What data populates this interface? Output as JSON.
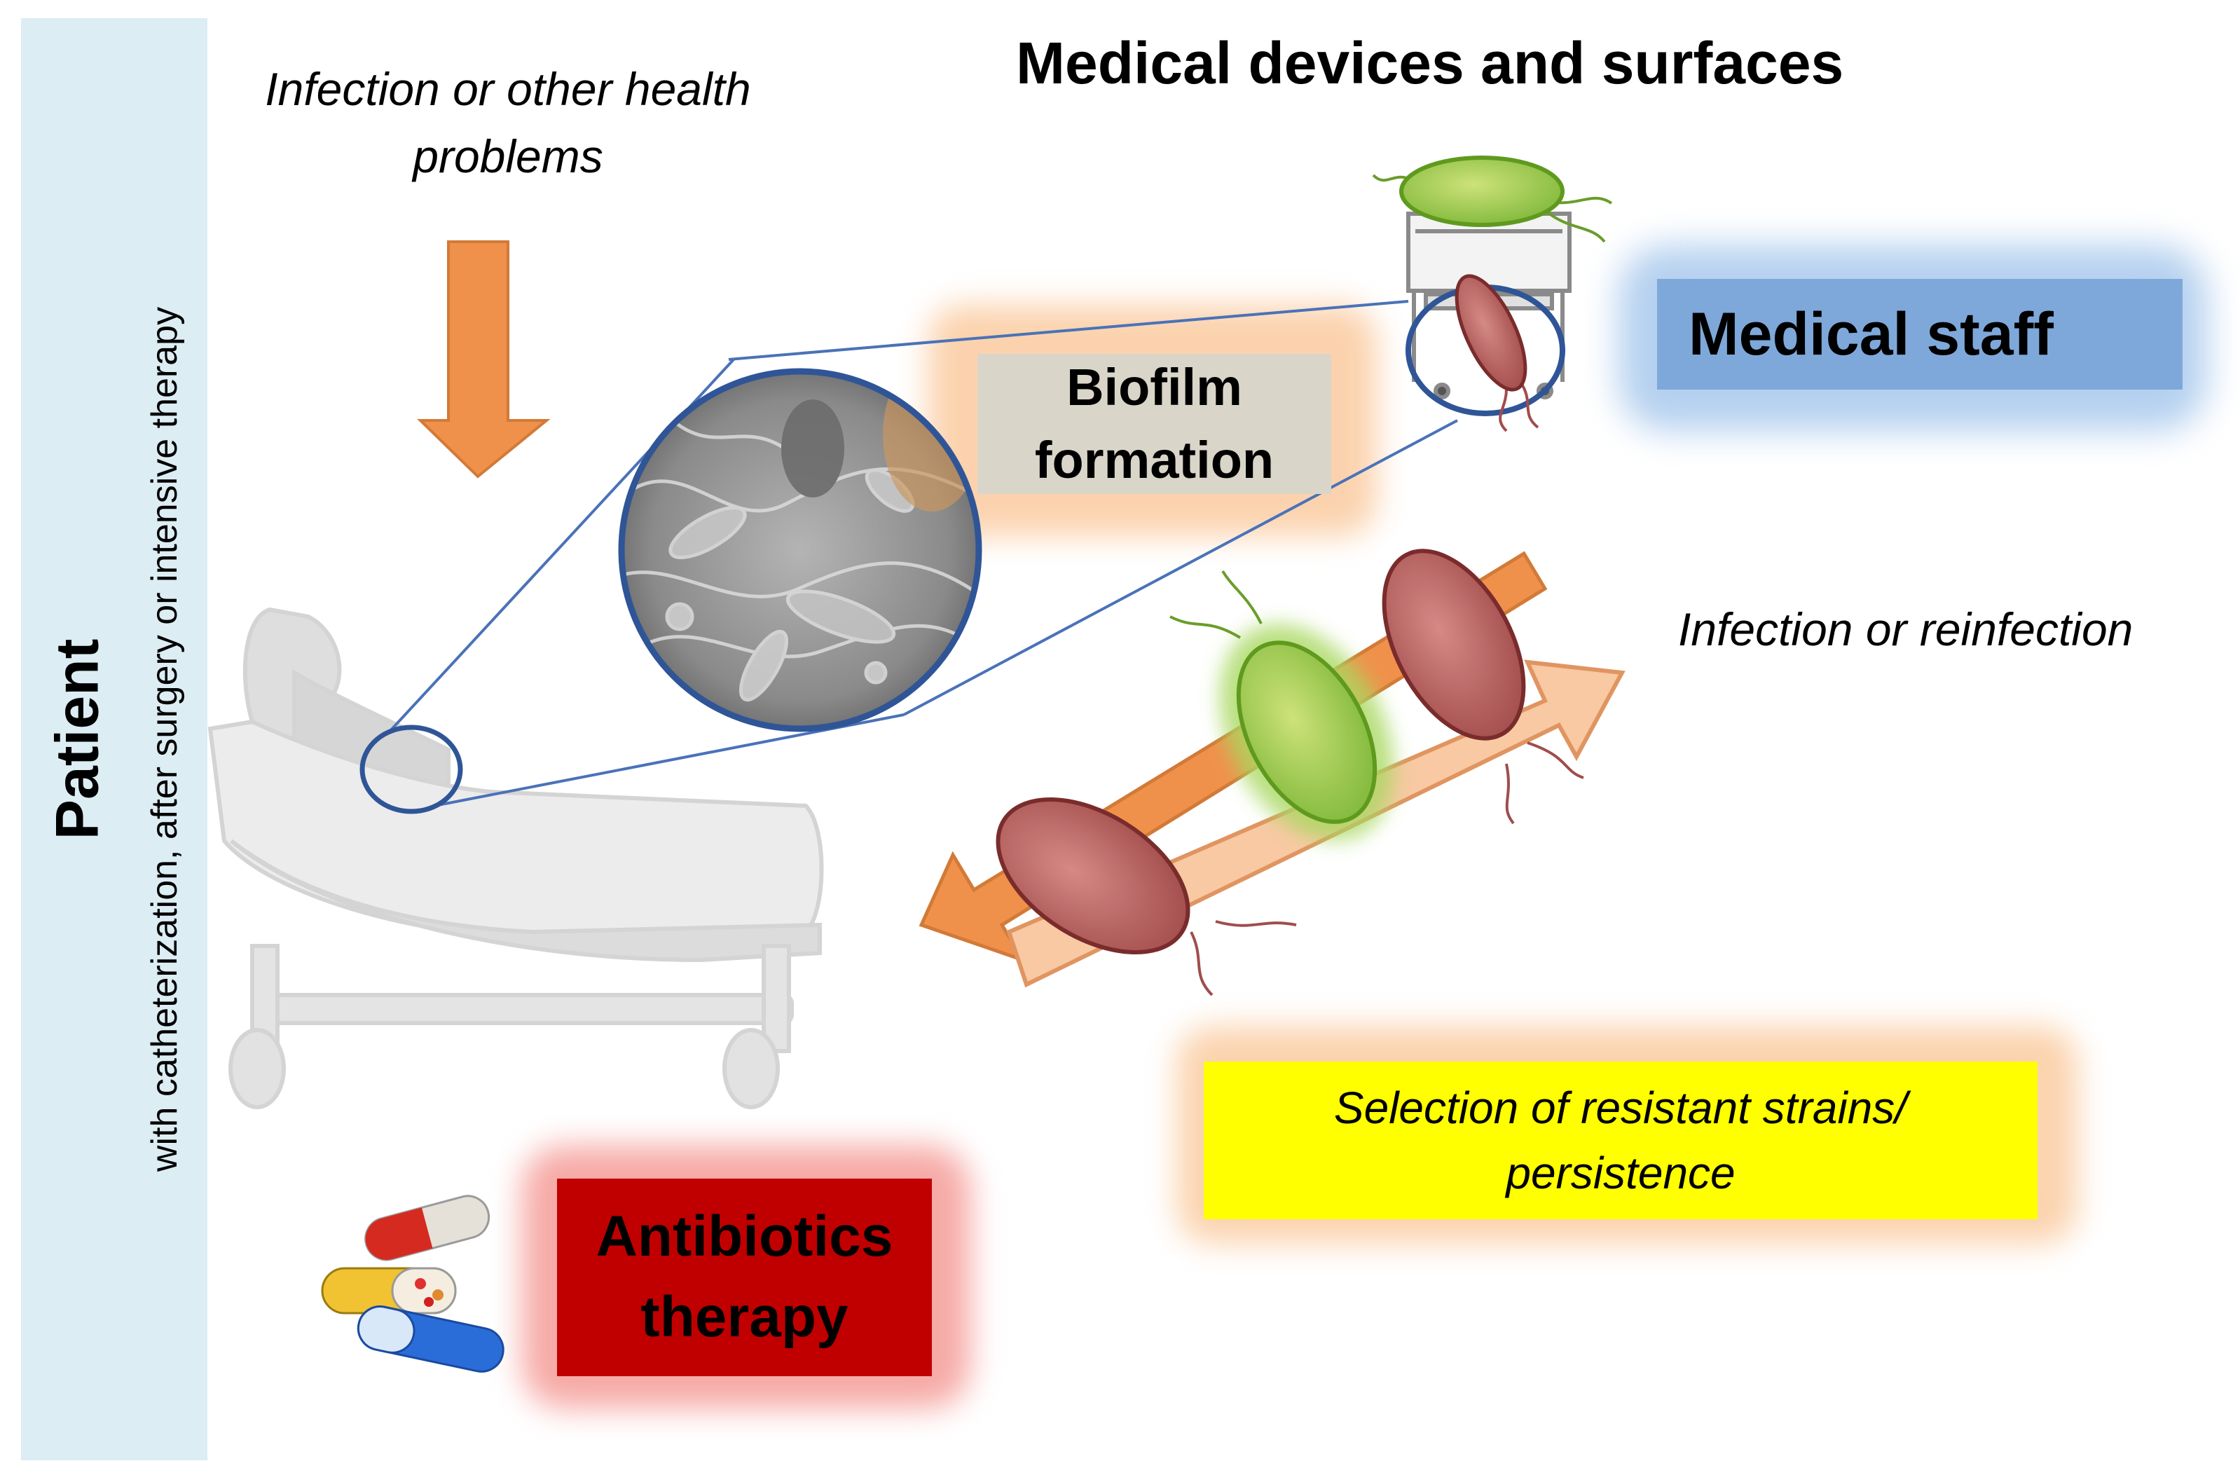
{
  "sidebar": {
    "title": "Patient",
    "subtitle": "with catheterization, after surgery or intensive therapy"
  },
  "labels": {
    "top_left_note_line1": "Infection or other health",
    "top_left_note_line2": "problems",
    "main_title": "Medical devices and surfaces",
    "biofilm_line1": "Biofilm",
    "biofilm_line2": "formation",
    "medical_staff": "Medical staff",
    "reinfection": "Infection or reinfection",
    "selection_line1": "Selection of resistant strains/",
    "selection_line2": "persistence",
    "antibiotics_line1": "Antibiotics",
    "antibiotics_line2": "therapy"
  },
  "icons": [
    "hospital-bed-icon",
    "bacterium-icon",
    "medical-cart-icon",
    "pill-capsule-icon",
    "biofilm-micrograph"
  ],
  "colors": {
    "sidebar": "#dcedf3",
    "arrow_orange": "#f0914b",
    "arrow_light": "#f8c9a3",
    "biofilm_box": "#d9d6c9",
    "staff_box": "#7fa8da",
    "selection_box": "#ffff00",
    "antibiotics_box": "#c00000",
    "zoom_lines": "#4a72b8",
    "bacterium_red": "#b8605f",
    "bacterium_green": "#9ccc4a"
  }
}
